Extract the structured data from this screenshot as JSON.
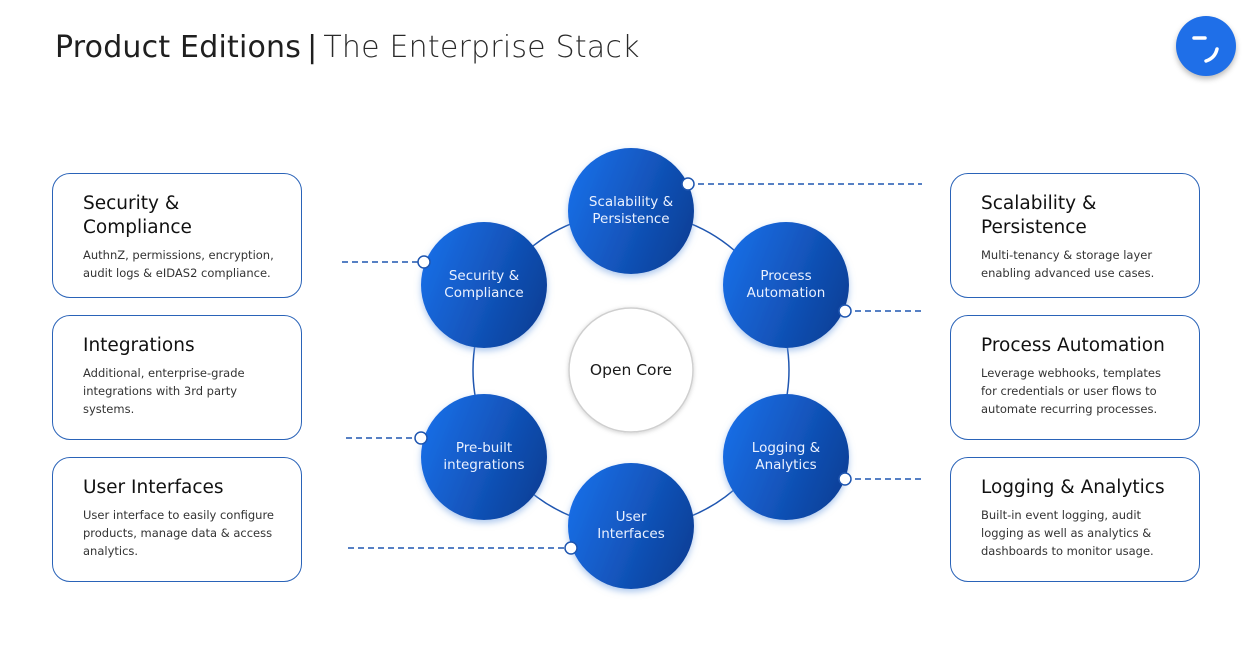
{
  "header": {
    "title_main": "Product Editions",
    "separator": "|",
    "title_sub": "The Enterprise Stack"
  },
  "logo": {
    "icon": "brand-logo-icon",
    "color": "#1f6fe8"
  },
  "colors": {
    "accent": "#1f6fe8",
    "node_gradient_start": "#1a6ee6",
    "node_gradient_end": "#0b3f97",
    "card_border": "#2a63b8",
    "connector": "#1f56b0"
  },
  "diagram": {
    "core": {
      "label": "Open Core"
    },
    "nodes": [
      {
        "id": "scalability",
        "label_line1": "Scalability &",
        "label_line2": "Persistence"
      },
      {
        "id": "process",
        "label_line1": "Process",
        "label_line2": "Automation"
      },
      {
        "id": "logging",
        "label_line1": "Logging &",
        "label_line2": "Analytics"
      },
      {
        "id": "user-interfaces",
        "label_line1": "User",
        "label_line2": "Interfaces"
      },
      {
        "id": "prebuilt",
        "label_line1": "Pre-built",
        "label_line2": "integrations"
      },
      {
        "id": "security",
        "label_line1": "Security &",
        "label_line2": "Compliance"
      }
    ]
  },
  "cards_left": [
    {
      "title": "Security & Compliance",
      "description": "AuthnZ, permissions, encryption, audit logs & eIDAS2 compliance."
    },
    {
      "title": "Integrations",
      "description": "Additional, enterprise-grade integrations with 3rd party systems."
    },
    {
      "title": "User Interfaces",
      "description": "User interface to easily configure products, manage data & access analytics."
    }
  ],
  "cards_right": [
    {
      "title": "Scalability & Persistence",
      "description": "Multi-tenancy & storage layer enabling advanced use cases."
    },
    {
      "title": "Process Automation",
      "description": "Leverage webhooks, templates for credentials or user flows to automate recurring processes."
    },
    {
      "title": "Logging & Analytics",
      "description": "Built-in event logging, audit logging as well as analytics & dashboards to monitor usage."
    }
  ]
}
